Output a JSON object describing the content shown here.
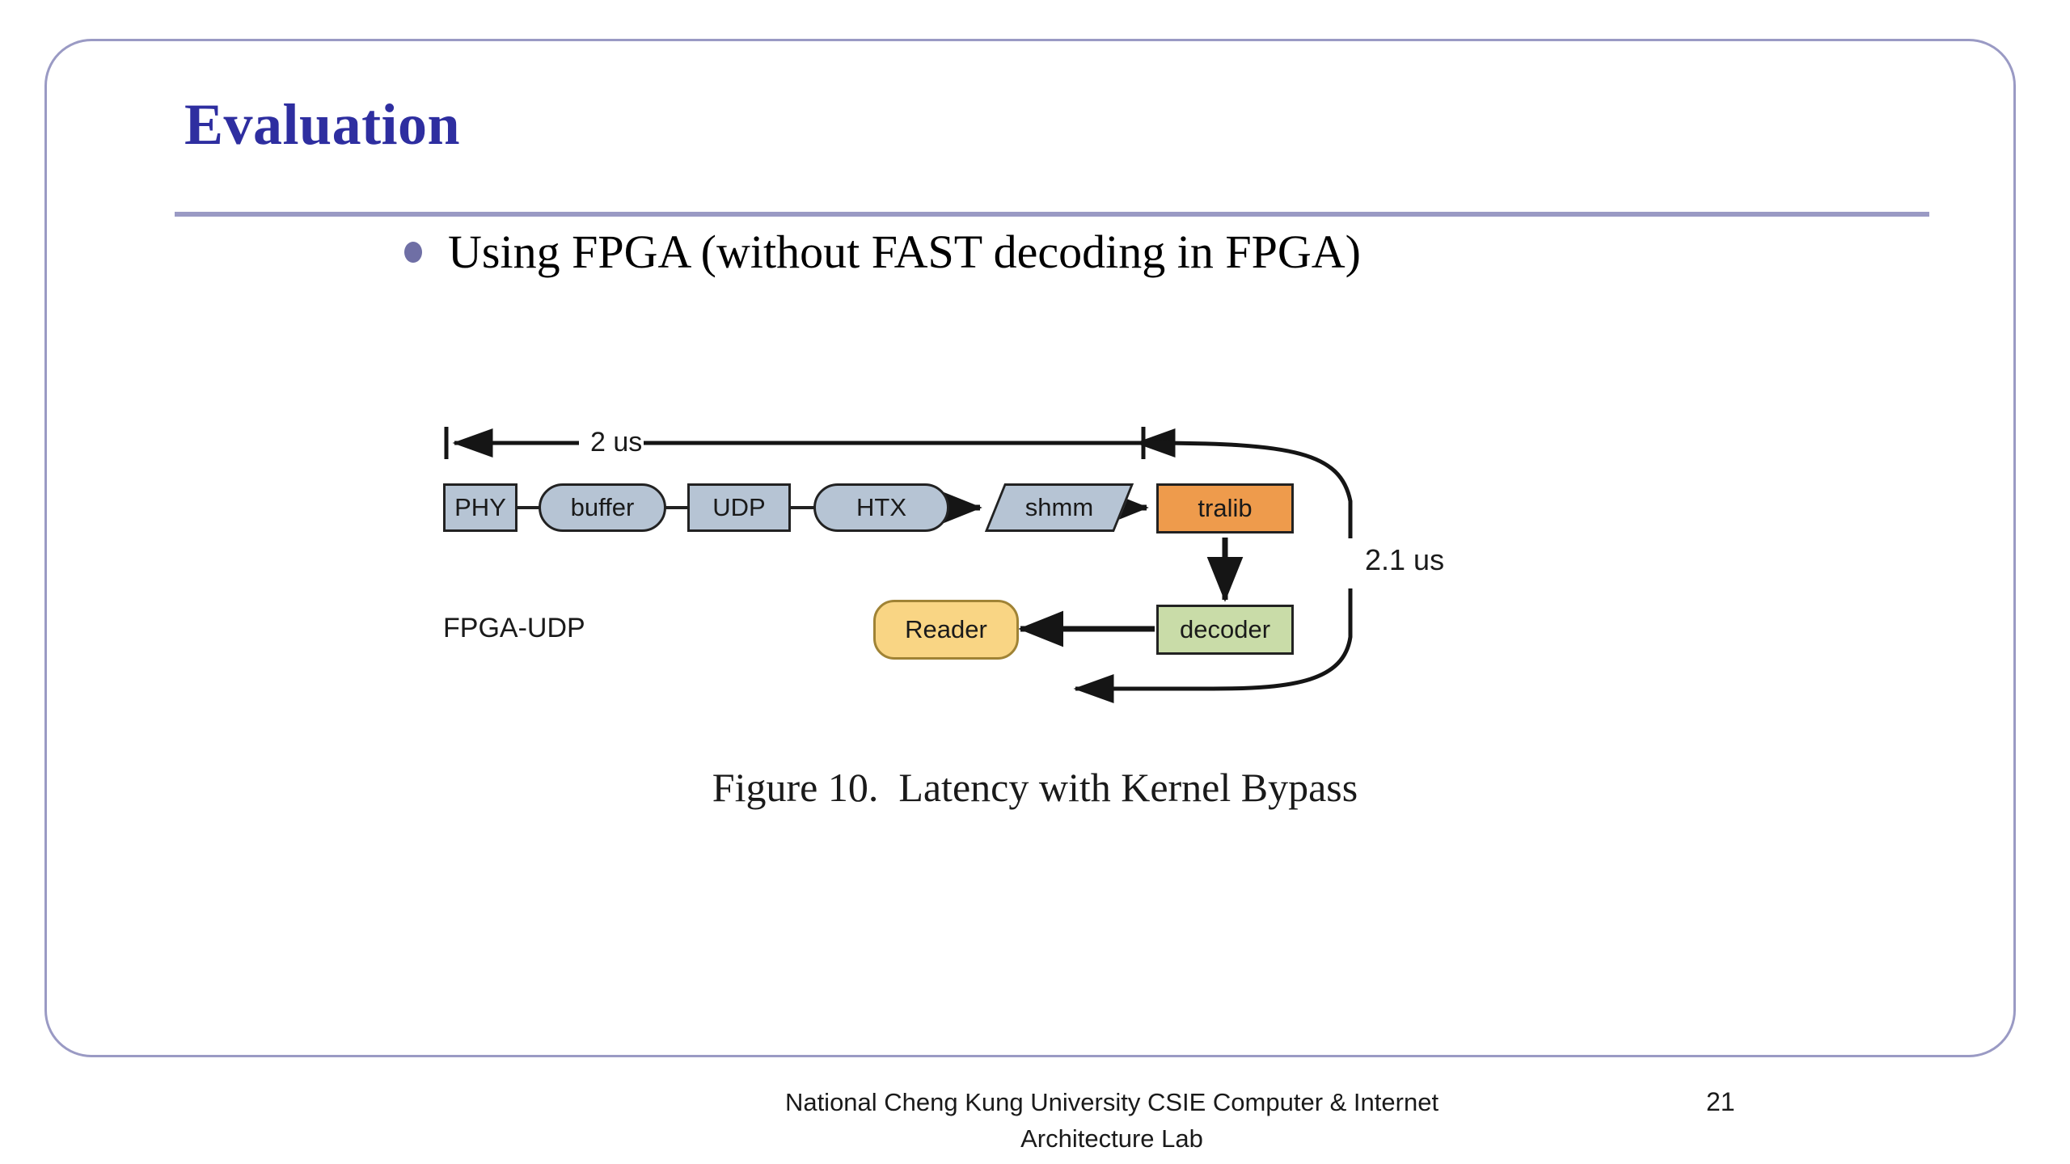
{
  "slide": {
    "title": "Evaluation",
    "page_number": "21",
    "footer_line1": "National Cheng Kung University CSIE Computer & Internet",
    "footer_line2": "Architecture Lab",
    "accent_color": "#9a9ac4",
    "title_color": "#2e2ea0"
  },
  "body": {
    "bullets": [
      {
        "text": "Using FPGA (without FAST decoding in FPGA)",
        "marker": "bullet-dot"
      }
    ]
  },
  "figure": {
    "caption": "Figure 10.  Latency with Kernel Bypass",
    "side_label": "FPGA-UDP",
    "nodes": [
      {
        "id": "phy",
        "label": "PHY",
        "shape": "rect",
        "fill": "#b6c4d4"
      },
      {
        "id": "buffer",
        "label": "buffer",
        "shape": "stadium",
        "fill": "#b6c4d4"
      },
      {
        "id": "udp",
        "label": "UDP",
        "shape": "rect",
        "fill": "#b6c4d4"
      },
      {
        "id": "htx",
        "label": "HTX",
        "shape": "stadium",
        "fill": "#b6c4d4"
      },
      {
        "id": "shmm",
        "label": "shmm",
        "shape": "parallelogram",
        "fill": "#b6c4d4"
      },
      {
        "id": "tralib",
        "label": "tralib",
        "shape": "rect",
        "fill": "#ee9b4c"
      },
      {
        "id": "decoder",
        "label": "decoder",
        "shape": "rect",
        "fill": "#c9dca8"
      },
      {
        "id": "reader",
        "label": "Reader",
        "shape": "roundrect",
        "fill": "#f9d584"
      }
    ],
    "measurements": [
      {
        "id": "span-top",
        "label": "2 us",
        "from": "phy",
        "to": "tralib"
      },
      {
        "id": "span-right",
        "label": "2.1 us",
        "from": "tralib",
        "to": "reader"
      }
    ]
  },
  "chart_data": {
    "type": "diagram",
    "title": "Figure 10.  Latency with Kernel Bypass",
    "nodes": [
      "PHY",
      "buffer",
      "UDP",
      "HTX",
      "shmm",
      "tralib",
      "decoder",
      "Reader"
    ],
    "edges": [
      {
        "from": "PHY",
        "to": "buffer"
      },
      {
        "from": "buffer",
        "to": "UDP"
      },
      {
        "from": "UDP",
        "to": "HTX"
      },
      {
        "from": "HTX",
        "to": "shmm"
      },
      {
        "from": "shmm",
        "to": "tralib"
      },
      {
        "from": "tralib",
        "to": "decoder"
      },
      {
        "from": "decoder",
        "to": "Reader"
      }
    ],
    "annotations": [
      {
        "label": "2 us",
        "value": 2,
        "unit": "us",
        "span": "PHY to tralib"
      },
      {
        "label": "2.1 us",
        "value": 2.1,
        "unit": "us",
        "span": "PHY to Reader"
      },
      {
        "label": "FPGA-UDP",
        "value": null,
        "unit": "",
        "span": "diagram title"
      }
    ]
  }
}
